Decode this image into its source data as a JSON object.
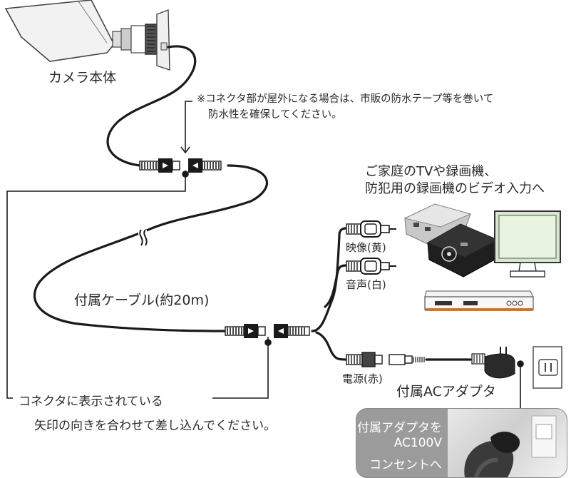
{
  "labels": {
    "camera_body": "カメラ本体",
    "waterproof_note_line1": "※コネクタ部が屋外になる場合は、市販の防水テープ等を巻いて",
    "waterproof_note_line2": "防水性を確保してください。",
    "destination_line1": "ご家庭のTVや録画機、",
    "destination_line2": "防犯用の録画機のビデオ入力へ",
    "video_yellow": "映像(黄)",
    "audio_white": "音声(白)",
    "power_red": "電源(赤)",
    "cable": "付属ケーブル(約20m)",
    "ac_adapter": "付属ACアダプタ",
    "connector_note_line1": "コネクタに表示されている",
    "connector_note_line2": "矢印の向きを合わせて差し込んでください。",
    "adapter_to_outlet_line1": "付属アダプタを",
    "adapter_to_outlet_line2": "AC100V",
    "adapter_to_outlet_line3": "コンセントへ"
  },
  "icons": [
    "camera-icon",
    "rca-plug-icon",
    "dc-plug-icon",
    "ac-adapter-icon",
    "wall-outlet-icon",
    "dvr-icon",
    "monitor-icon",
    "recorder-icon"
  ],
  "colors": {
    "cable": "#1a1a1a",
    "text": "#2a2a2a",
    "photo_panel": "#9b9b9b",
    "recorder_accent": "#c07a3a"
  }
}
